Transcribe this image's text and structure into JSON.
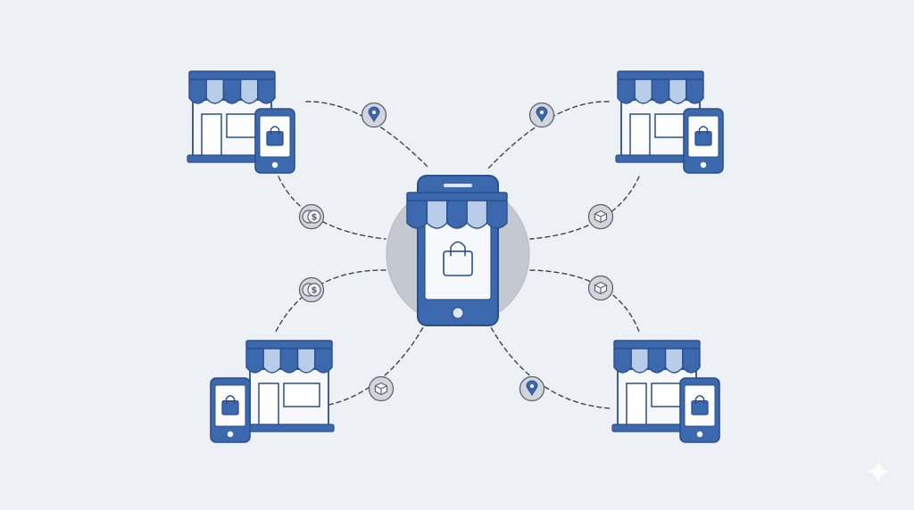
{
  "colors": {
    "background": "#edf0f5",
    "primary": "#3c68ae",
    "primary_dark": "#2a4f8f",
    "light_blue": "#b9cdea",
    "window_fill": "#f6f8fb",
    "circle_gray": "#c4c8d0",
    "badge_fill": "#d2d5dc",
    "badge_stroke": "#5d6471",
    "connector": "#3a4656"
  },
  "center_hub": {
    "icon": "smartphone-storefront-icon",
    "screen_icon": "shopping-bag-icon"
  },
  "stores": [
    {
      "id": "top-left",
      "icon": "storefront-icon",
      "phone_icon": "shopping-bag-icon",
      "phone_side": "right"
    },
    {
      "id": "top-right",
      "icon": "storefront-icon",
      "phone_icon": "shopping-bag-icon",
      "phone_side": "right"
    },
    {
      "id": "bottom-left",
      "icon": "storefront-icon",
      "phone_icon": "shopping-bag-icon",
      "phone_side": "left"
    },
    {
      "id": "bottom-right",
      "icon": "storefront-icon",
      "phone_icon": "shopping-bag-icon",
      "phone_side": "right"
    }
  ],
  "badges": [
    {
      "icon": "location-pin-icon",
      "link": "top-left"
    },
    {
      "icon": "dollar-coins-icon",
      "link": "top-left"
    },
    {
      "icon": "location-pin-icon",
      "link": "top-right"
    },
    {
      "icon": "package-box-icon",
      "link": "top-right"
    },
    {
      "icon": "dollar-coins-icon",
      "link": "bottom-left"
    },
    {
      "icon": "package-box-icon",
      "link": "bottom-left"
    },
    {
      "icon": "package-box-icon",
      "link": "bottom-right"
    },
    {
      "icon": "location-pin-icon",
      "link": "bottom-right"
    }
  ],
  "corner_mark": {
    "icon": "sparkle-icon"
  }
}
